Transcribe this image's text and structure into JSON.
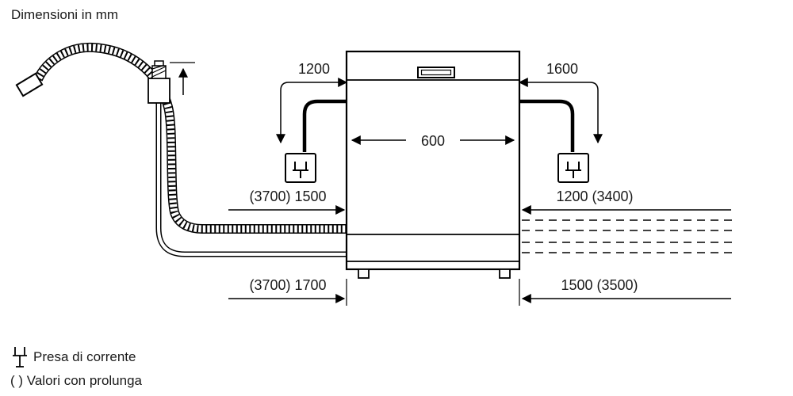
{
  "title": "Dimensioni in mm",
  "dimensions": {
    "appliance_width": "600",
    "power_cord_left": "1200",
    "power_cord_right": "1600",
    "hose_mid_left": "(3700) 1500",
    "hose_mid_right": "1200 (3400)",
    "hose_bottom_left": "(3700) 1700",
    "hose_bottom_right": "1500 (3500)"
  },
  "legend": {
    "socket_label": "Presa di corrente",
    "extension_label": "( ) Valori con prolunga"
  },
  "icons": {
    "power_socket": "plug-fork-icon"
  },
  "colors": {
    "line": "#000000",
    "text": "#1a1a1a",
    "background": "#ffffff"
  }
}
